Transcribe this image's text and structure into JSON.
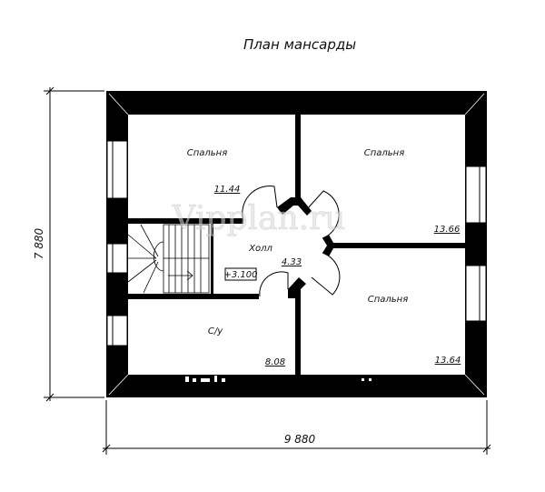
{
  "title": "План мансарды",
  "watermark": "Vipplan.ru",
  "dimensions": {
    "height": "7 880",
    "width": "9 880"
  },
  "rooms": [
    {
      "name": "Спальня",
      "area": "11.44"
    },
    {
      "name": "Спальня",
      "area": "13.66"
    },
    {
      "name": "Холл",
      "area": "4.33"
    },
    {
      "name": "Спальня",
      "area": "13.64"
    },
    {
      "name": "С/у",
      "area": "8.08"
    }
  ],
  "level_mark": "+3.100",
  "colors": {
    "wall": "#000000",
    "background": "#ffffff"
  }
}
